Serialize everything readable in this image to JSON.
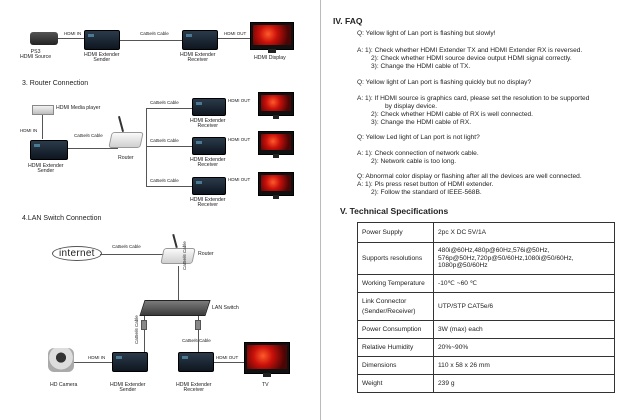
{
  "diagram1": {
    "hdmi_in": "HDMI IN",
    "ps3": "PS3\nHDMI Source",
    "sender": "HDMI Extender\nSender",
    "cable": "Cat5e/6 Cable",
    "hdmi_out": "HDMI OUT",
    "receiver": "HDMI Extender\nReceiver",
    "display": "HDMI  Display"
  },
  "diagram2": {
    "title": "3. Router Connection",
    "player": "HDMI Media player",
    "hdmi_in": "HDMI IN",
    "cable_main": "Cat5e/6 Cable",
    "router": "Router",
    "sender": "HDMI Extender\nSender",
    "cable_r": "Cat5e/6 Cable",
    "hdmi_out": "HDMI OUT",
    "receiver": "HDMI Extender\nReceiver"
  },
  "diagram3": {
    "title": "4.LAN Switch Connection",
    "internet": "internet",
    "cable_top": "Cat5e/6 Cable",
    "router": "Router",
    "cable_mid": "Cat5e/6 Cable",
    "lan_switch": "LAN Switch",
    "cable_left": "Cat5e/6 Cable",
    "cable_right": "Cat5e/6 Cable",
    "hdmi_in": "HDMI IN",
    "hdmi_out": "HDMI OUT",
    "hd_camera": "HD Camera",
    "sender": "HDMI Extender\nSender",
    "receiver": "HDMI Extender\nReceiver",
    "tv": "TV"
  },
  "faq": {
    "heading": "IV. FAQ",
    "lines": [
      "Q: Yellow light of Lan port is flashing but slowly!",
      "A: 1): Check whether HDMI Extender TX and HDMI Extender  RX is reversed.",
      "2): Check whether HDMI source device output HDMI signal correctly.",
      "3): Change the HDMI cable of TX.",
      "Q: Yellow light of Lan port is flashing quickly but no display?",
      "A: 1): If HDMI source is graphics card, please set the resolution to be supported",
      "by display device.",
      "2): Check whether HDMI cable of RX  is well connected.",
      "3): Change the HDMI cable of RX.",
      "Q: Yellow Led light of Lan port is not light?",
      "A: 1): Check connection of network cable.",
      "2): Network cable is too long.",
      "Q: Abnormal color display or flashing after all the devices are well connected.",
      "A: 1): Pls press reset button of HDMI extender.",
      "2): Follow the standard of IEEE-568B."
    ]
  },
  "spec": {
    "heading": "V. Technical  Specifications",
    "rows": [
      {
        "k": "Power Supply",
        "v": "2pc X DC 5V/1A"
      },
      {
        "k": "Supports resolutions",
        "v": "480i@60Hz,480p@60Hz,576i@50Hz,\n576p@50Hz,720p@50/60Hz,1080i@50/60Hz,\n1080p@50/60Hz"
      },
      {
        "k": "Working Temperature",
        "v": "-10℃ ~60 ℃"
      },
      {
        "k": "Link Connector\n(Sender/Receiver)",
        "v": "UTP/STP CAT5e/6"
      },
      {
        "k": "Power Consumption",
        "v": "3W (max) each"
      },
      {
        "k": "Relative Humidity",
        "v": "20%~90%"
      },
      {
        "k": "Dimensions",
        "v": "110 x 58 x 26 mm"
      },
      {
        "k": "Weight",
        "v": "239 g"
      }
    ]
  }
}
